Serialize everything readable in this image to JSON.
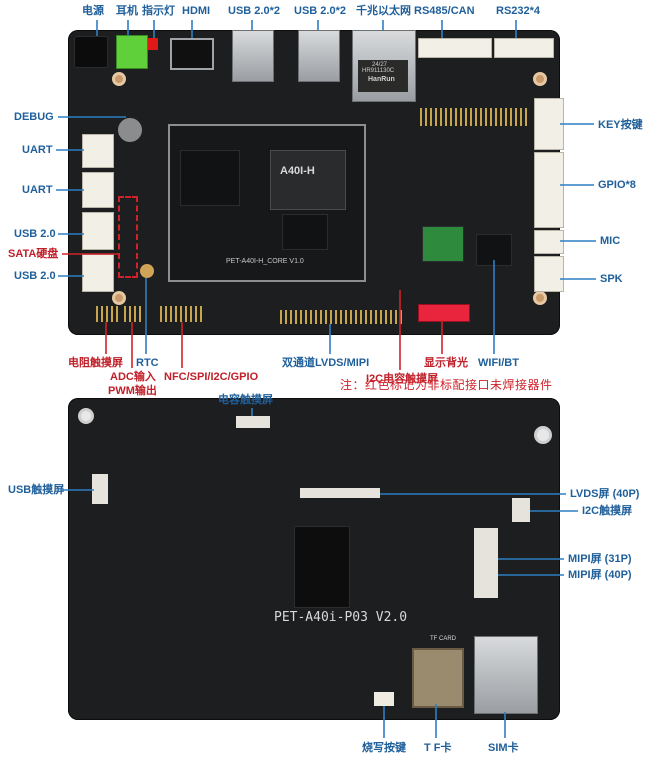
{
  "top_board": {
    "labels_top": {
      "power": "电源",
      "earphone": "耳机",
      "indicator": "指示灯",
      "hdmi": "HDMI",
      "usb20x2_a": "USB 2.0*2",
      "usb20x2_b": "USB 2.0*2",
      "gigabit_ethernet": "千兆以太网",
      "rs485_can": "RS485/CAN",
      "rs232x4": "RS232*4"
    },
    "labels_left": {
      "debug": "DEBUG",
      "uart_1": "UART",
      "uart_2": "UART",
      "usb20_1": "USB 2.0",
      "sata": "SATA硬盘",
      "usb20_2": "USB 2.0"
    },
    "labels_right": {
      "key": "KEY按键",
      "gpio": "GPIO*8",
      "mic": "MIC",
      "spk": "SPK"
    },
    "labels_bottom": {
      "resistive_touch": "电阻触摸屏",
      "rtc": "RTC",
      "adc_line1": "ADC输入",
      "adc_line2": "PWM输出",
      "nfc": "NFC/SPI/I2C/GPIO",
      "lvds_mipi": "双通道LVDS/MIPI",
      "i2c_touch": "I2C电容触摸屏",
      "backlight": "显示背光",
      "wifi": "WIFI/BT"
    },
    "silkscreen": {
      "soc_name": "A40I-H",
      "core_name": "PET-A40I-H_CORE V1.0",
      "eth_chip_1": "HR911130C",
      "eth_chip_2": "24/27",
      "eth_chip_3": "HanRun"
    }
  },
  "note": "注：红色标记为非标配接口未焊接器件",
  "bottom_board": {
    "labels": {
      "capacitive_touch": "电容触摸屏",
      "usb_touch": "USB触摸屏",
      "lvds_40p": "LVDS屏 (40P)",
      "i2c_touch": "I2C触摸屏",
      "mipi_31p": "MIPI屏 (31P)",
      "mipi_40p": "MIPI屏 (40P)",
      "burn_key": "烧写按键",
      "tf_card": "T F卡",
      "sim_card": "SIM卡"
    },
    "silkscreen": {
      "board_name": "PET-A40i-P03  V2.0",
      "tf_card_silk": "TF CARD"
    }
  },
  "colors": {
    "label_blue": "#1f5f9a",
    "label_red": "#c0202a",
    "board": "#1d1e1f",
    "leader_blue": "#2d7fc4",
    "leader_red": "#d0222a"
  }
}
